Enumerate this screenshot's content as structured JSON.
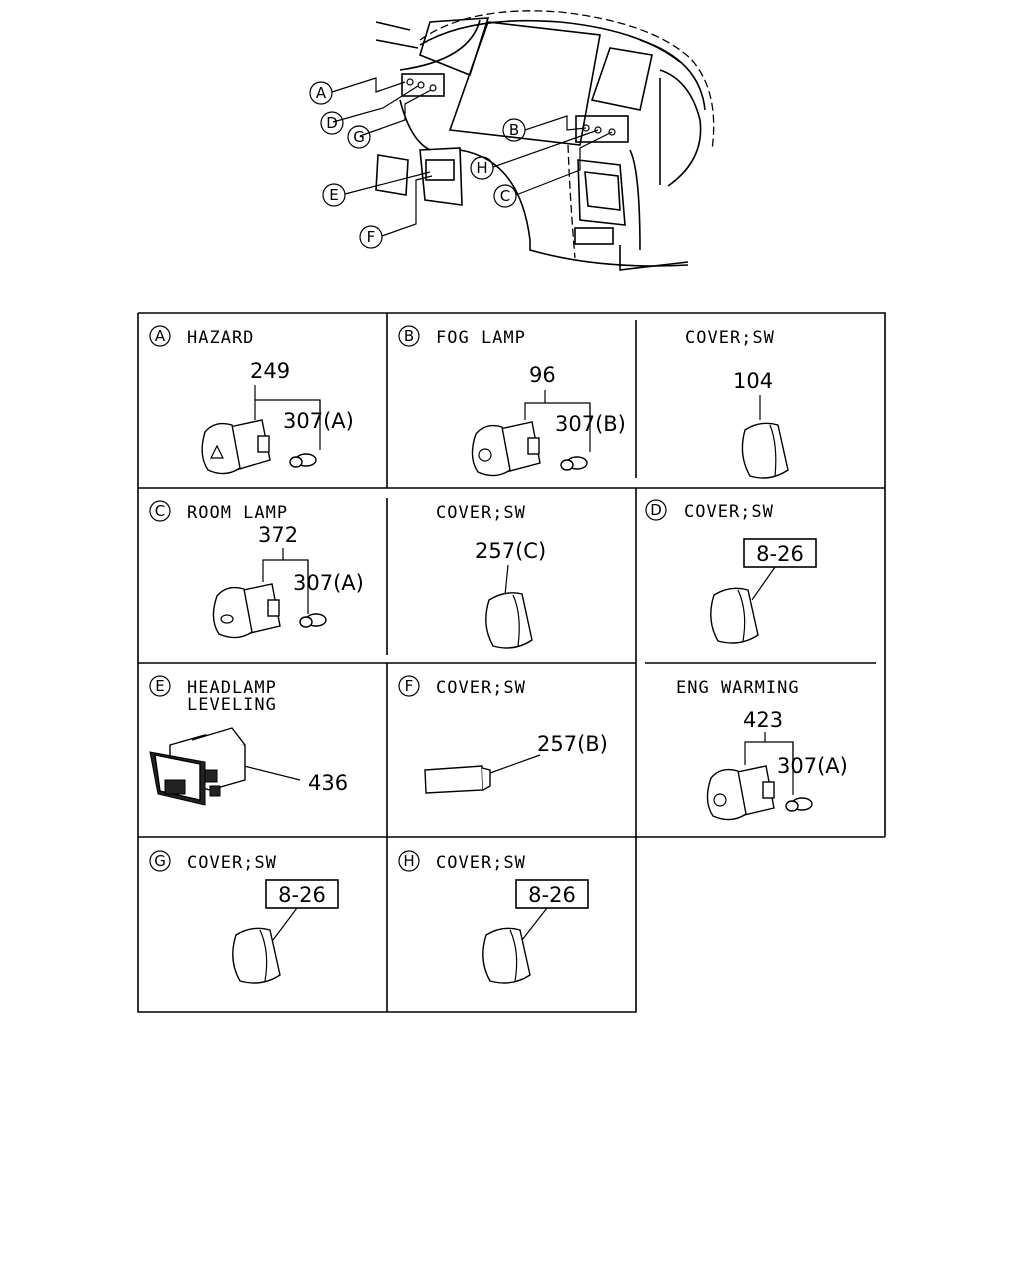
{
  "overview": {
    "callouts": [
      "A",
      "D",
      "G",
      "B",
      "H",
      "C",
      "E",
      "F"
    ]
  },
  "cells": {
    "a": {
      "letter": "A",
      "title": "HAZARD",
      "part": "249",
      "bulb": "307(A)"
    },
    "b": {
      "letter": "B",
      "title": "FOG LAMP",
      "part": "96",
      "bulb": "307(B)"
    },
    "cover1": {
      "title": "COVER;SW",
      "part": "104"
    },
    "c": {
      "letter": "C",
      "title": "ROOM LAMP",
      "part": "372",
      "bulb": "307(A)"
    },
    "cover2": {
      "title": "COVER;SW",
      "part": "257(C)"
    },
    "d": {
      "letter": "D",
      "title": "COVER;SW",
      "ref": "8-26"
    },
    "e": {
      "letter": "E",
      "title_line1": "HEADLAMP",
      "title_line2": "LEVELING",
      "part": "436"
    },
    "f": {
      "letter": "F",
      "title": "COVER;SW",
      "part": "257(B)"
    },
    "eng": {
      "title": "ENG WARMING",
      "part": "423",
      "bulb": "307(A)"
    },
    "g": {
      "letter": "G",
      "title": "COVER;SW",
      "ref": "8-26"
    },
    "h": {
      "letter": "H",
      "title": "COVER;SW",
      "ref": "8-26"
    }
  }
}
